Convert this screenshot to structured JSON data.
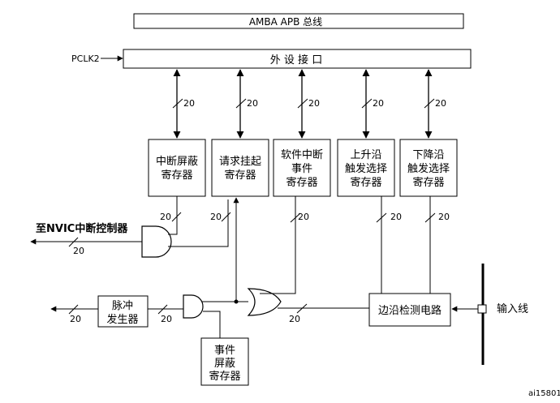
{
  "bus": {
    "amba": "AMBA APB 总线",
    "periph_if": "外 设 接 口",
    "pclk": "PCLK2"
  },
  "registers": {
    "imr": [
      "中断屏蔽",
      "寄存器"
    ],
    "pr": [
      "请求挂起",
      "寄存器"
    ],
    "swier": [
      "软件中断",
      "事件",
      "寄存器"
    ],
    "rtsr": [
      "上升沿",
      "触发选择",
      "寄存器"
    ],
    "ftsr": [
      "下降沿",
      "触发选择",
      "寄存器"
    ],
    "emr": [
      "事件",
      "屏蔽",
      "寄存器"
    ]
  },
  "blocks": {
    "pulse": [
      "脉冲",
      "发生器"
    ],
    "edge": "边沿检测电路",
    "input": "输入线",
    "nvic": "至NVIC中断控制器"
  },
  "widths": {
    "w20": "20"
  },
  "figure_id": "ai15801"
}
